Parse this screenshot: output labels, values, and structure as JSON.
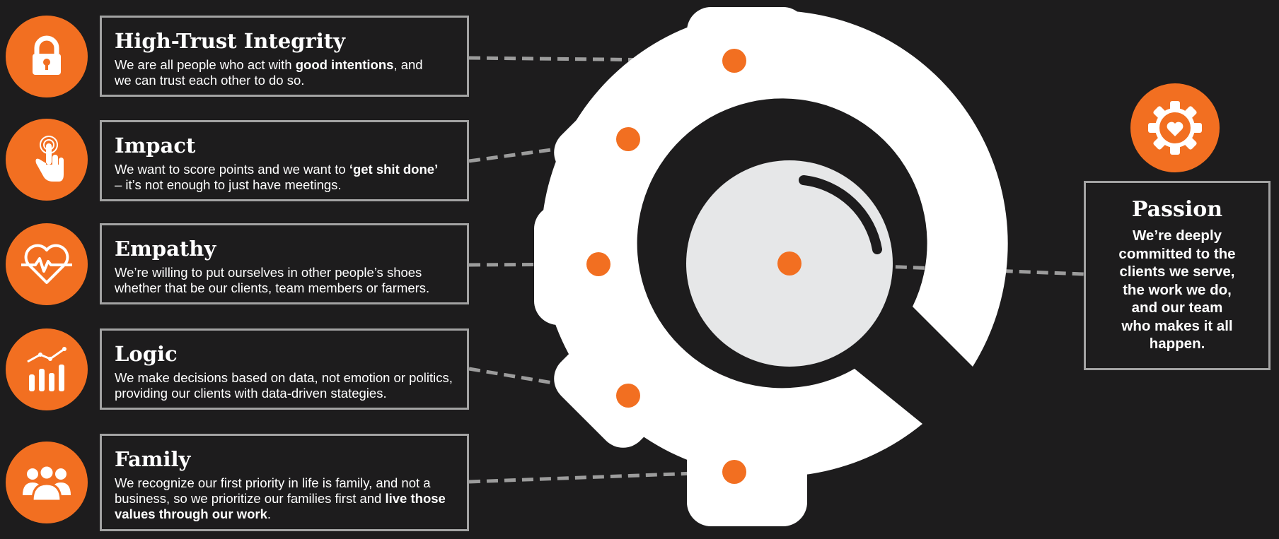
{
  "colors": {
    "background": "#1d1c1d",
    "accent": "#f26f21",
    "gear": "#ffffff",
    "hub": "#e6e7e8",
    "border": "#a3a3a3"
  },
  "values": [
    {
      "icon": "lock-icon",
      "title": "High-Trust Integrity",
      "line1_pre": "We are all people who act with ",
      "line1_bold": "good intentions",
      "line1_post": ", and",
      "line2": "we can trust each other to do so."
    },
    {
      "icon": "touch-hand-icon",
      "title": "Impact",
      "line1_pre": "We want to score points and we want to ",
      "line1_bold": "‘get shit done’",
      "line2": "– it’s not enough to just have meetings."
    },
    {
      "icon": "heartbeat-icon",
      "title": "Empathy",
      "line1": "We’re willing to put ourselves in other people’s shoes",
      "line2": "whether that be our clients, team members or farmers."
    },
    {
      "icon": "growth-chart-icon",
      "title": "Logic",
      "line1": "We make decisions based on data, not emotion or politics,",
      "line2": "providing our clients with data-driven stategies."
    },
    {
      "icon": "family-group-icon",
      "title": "Family",
      "line1": "We recognize our first priority in life is family, and not a",
      "line2_pre": "business, so we prioritize our families first and ",
      "line2_bold": "live those",
      "line3_bold": "values through our work",
      "line3_post": "."
    }
  ],
  "passion": {
    "icon": "gear-heart-icon",
    "title": "Passion",
    "lines": [
      "We’re deeply",
      "committed to the",
      "clients we serve,",
      "the work we do,",
      "and our team",
      "who makes it all",
      "happen."
    ]
  }
}
